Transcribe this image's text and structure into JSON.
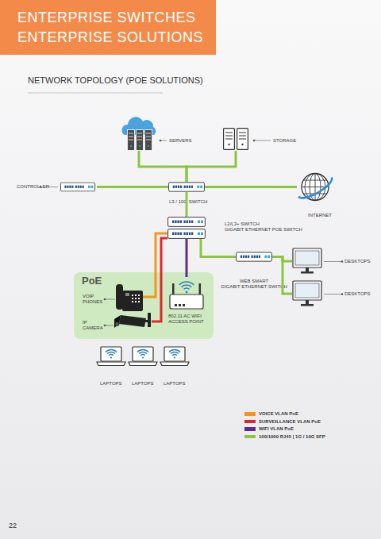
{
  "diagram": {
    "title": "ENTERPRISE SWITCHES ENTERPRISE SOLUTIONS",
    "nodes": [
      {
        "text": [
          "SERVERS"
        ]
      },
      {
        "text": [
          "STORAGE"
        ]
      },
      {
        "text": [
          "CONTROLLER"
        ]
      },
      {
        "text": [
          "L3 / 10G SWITCH"
        ]
      },
      {
        "text": [
          "INTERNET"
        ]
      },
      {
        "text": [
          "L2/L3+ SWITCH",
          "GIGABIT ETHERNET POE SWITCH"
        ]
      },
      {
        "text": [
          "WEB SMART",
          "GIGABIT ETHERNET SWITCH"
        ]
      },
      {
        "text": [
          "DESKTOPS"
        ]
      },
      {
        "text": [
          "DESKTOPS"
        ]
      },
      {
        "text": [
          "PoE"
        ]
      },
      {
        "text": [
          "VOIP PHONES"
        ],
        "in": 9
      },
      {
        "text": [
          "802.11 AC WIFI ACCESS POINT"
        ],
        "in": 9
      },
      {
        "text": [
          "IP CAMERA"
        ],
        "in": 9
      },
      {
        "text": [
          "LAPTOPS"
        ]
      },
      {
        "text": [
          "LAPTOPS"
        ]
      },
      {
        "text": [
          "LAPTOPS"
        ]
      }
    ],
    "edges": [
      {
        "from": 0,
        "to": 3,
        "arrow": "none"
      },
      {
        "from": 1,
        "to": 3,
        "arrow": "none"
      },
      {
        "from": 2,
        "to": 3,
        "arrow": "none"
      },
      {
        "from": 3,
        "to": 4,
        "arrow": "none"
      },
      {
        "from": 3,
        "to": 5,
        "arrow": "none"
      },
      {
        "from": 5,
        "to": 6,
        "arrow": "none"
      },
      {
        "from": 6,
        "to": 7,
        "arrow": "none"
      },
      {
        "from": 6,
        "to": 8,
        "arrow": "none"
      },
      {
        "from": 5,
        "to": 10,
        "arrow": "none"
      },
      {
        "from": 5,
        "to": 12,
        "arrow": "none"
      },
      {
        "from": 5,
        "to": 11,
        "arrow": "none"
      }
    ],
    "labels": [
      "NETWORK TOPOLOGY (POE SOLUTIONS)",
      "22"
    ],
    "legend": [
      {
        "text": "VOICE VLAN PoE",
        "color": "#f7941d"
      },
      {
        "text": "SURVEILLANCE VLAN PoE",
        "color": "#e2262b"
      },
      {
        "text": "WIFI VLAN PoE",
        "color": "#5c2d91"
      },
      {
        "text": "100/1000 RJ45 | 1G / 10G SFP",
        "color": "#8cc63f"
      }
    ]
  }
}
